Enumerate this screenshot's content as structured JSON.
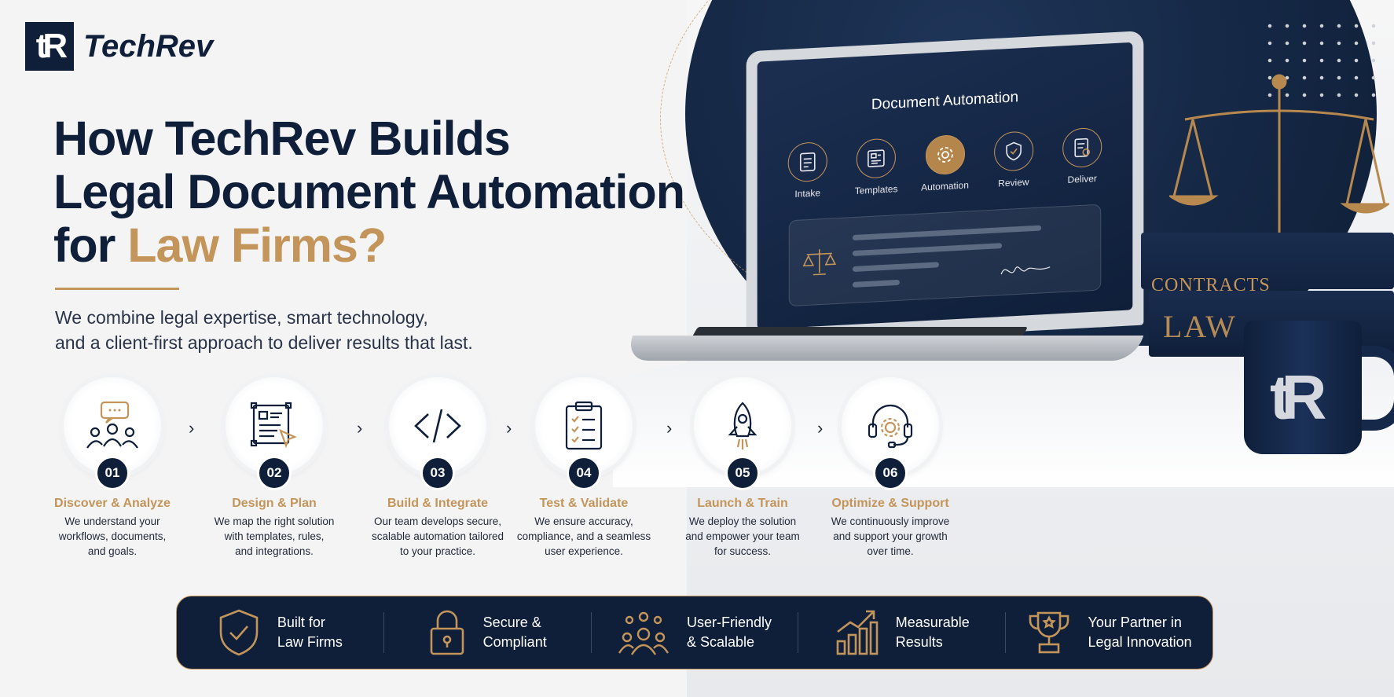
{
  "brand": {
    "mark": "tR",
    "name": "TechRev"
  },
  "hero": {
    "title_line1": "How TechRev Builds",
    "title_line2": "Legal Document Automation",
    "title_line3_prefix": "for ",
    "title_line3_accent": "Law Firms?",
    "subtitle_line1": "We combine legal expertise, smart technology,",
    "subtitle_line2": "and a client-first approach to deliver results that last."
  },
  "steps": [
    {
      "num": "01",
      "title": "Discover & Analyze",
      "icon": "team-chat-icon",
      "desc": [
        "We understand your",
        "workflows, documents,",
        "and goals."
      ]
    },
    {
      "num": "02",
      "title": "Design & Plan",
      "icon": "layout-cursor-icon",
      "desc": [
        "We map the right solution",
        "with templates, rules,",
        "and integrations."
      ]
    },
    {
      "num": "03",
      "title": "Build & Integrate",
      "icon": "code-icon",
      "desc": [
        "Our team develops secure,",
        "scalable automation tailored",
        "to your practice."
      ]
    },
    {
      "num": "04",
      "title": "Test & Validate",
      "icon": "checklist-icon",
      "desc": [
        "We ensure accuracy,",
        "compliance, and a seamless",
        "user experience."
      ]
    },
    {
      "num": "05",
      "title": "Launch & Train",
      "icon": "rocket-icon",
      "desc": [
        "We deploy the solution",
        "and empower your team",
        "for success."
      ]
    },
    {
      "num": "06",
      "title": "Optimize & Support",
      "icon": "headset-gear-icon",
      "desc": [
        "We continuously improve",
        "and support your growth",
        "over time."
      ]
    }
  ],
  "laptop": {
    "screen_title": "Document Automation",
    "flow": [
      "Intake",
      "Templates",
      "Automation",
      "Review",
      "Deliver"
    ]
  },
  "books": {
    "top": "CONTRACTS",
    "bottom": "LAW"
  },
  "mug": {
    "mark": "tR"
  },
  "features": [
    {
      "line1": "Built for",
      "line2": "Law Firms",
      "icon": "shield-check-icon"
    },
    {
      "line1": "Secure &",
      "line2": "Compliant",
      "icon": "padlock-icon"
    },
    {
      "line1": "User-Friendly",
      "line2": "& Scalable",
      "icon": "users-icon"
    },
    {
      "line1": "Measurable",
      "line2": "Results",
      "icon": "growth-chart-icon"
    },
    {
      "line1": "Your Partner in",
      "line2": "Legal Innovation",
      "icon": "trophy-icon"
    }
  ],
  "colors": {
    "navy": "#0f1f3a",
    "gold": "#c4955a",
    "background": "#f4f4f5"
  }
}
